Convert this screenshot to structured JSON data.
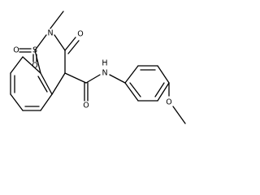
{
  "molecule": {
    "atoms": {
      "s1": "S",
      "n2": "N",
      "o_s_left": "O",
      "o_s_bottom": "O",
      "o_carbonyl_ring": "O",
      "n_amide": "N",
      "h_amide": "H",
      "o_amide": "O",
      "o_methoxy": "O"
    }
  }
}
